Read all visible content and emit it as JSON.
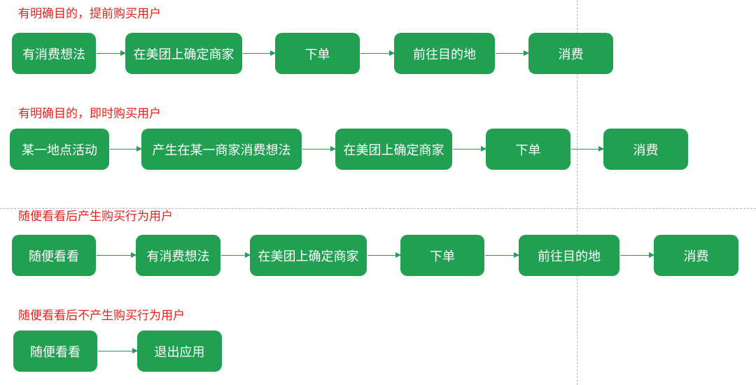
{
  "flows": [
    {
      "title": "有明确目的，提前购买用户",
      "steps": [
        "有消费想法",
        "在美团上确定商家",
        "下单",
        "前往目的地",
        "消费"
      ]
    },
    {
      "title": "有明确目的，即时购买用户",
      "steps": [
        "某一地点活动",
        "产生在某一商家消费想法",
        "在美团上确定商家",
        "下单",
        "消费"
      ]
    },
    {
      "title": "随便看看后产生购买行为用户",
      "steps": [
        "随便看看",
        "有消费想法",
        "在美团上确定商家",
        "下单",
        "前往目的地",
        "消费"
      ]
    },
    {
      "title": "随便看看后不产生购买行为用户",
      "steps": [
        "随便看看",
        "退出应用"
      ]
    }
  ],
  "colors": {
    "node_fill": "#21a052",
    "node_text": "#ffffff",
    "title_text": "#e8231c",
    "divider": "#b8b8b8"
  }
}
